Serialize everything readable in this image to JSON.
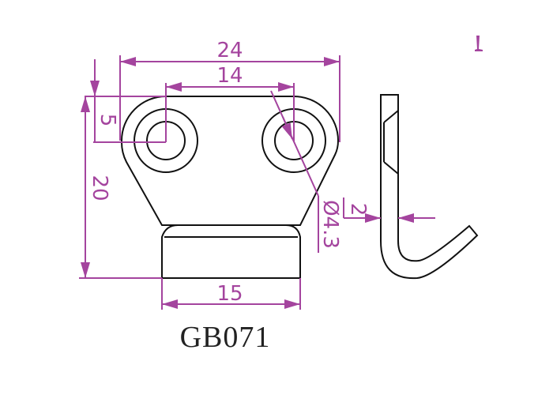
{
  "drawing": {
    "part_code": "GB071",
    "dimensions": {
      "overall_width": "24",
      "hole_spacing": "14",
      "hole_offset": "5",
      "overall_height": "20",
      "tab_width": "15",
      "hole_diameter": "Ø4.3",
      "thickness": "2"
    },
    "colors": {
      "dimension": "#a4449e",
      "outline": "#111111"
    }
  }
}
